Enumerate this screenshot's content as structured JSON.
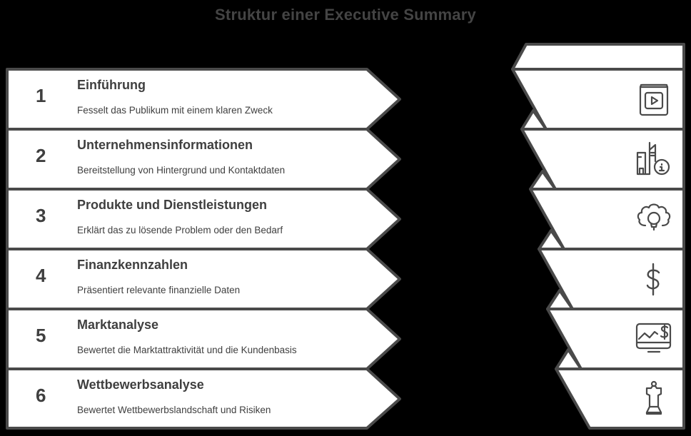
{
  "title": "Struktur einer Executive Summary",
  "colors": {
    "stroke": "#4a4a4a",
    "fill": "#ffffff",
    "background": "#000000",
    "text": "#3f3f3f"
  },
  "steps": [
    {
      "number": "1",
      "heading": "Einführung",
      "description": "Fesselt das Publikum mit einem klaren Zweck",
      "icon": "book-play-icon"
    },
    {
      "number": "2",
      "heading": "Unternehmensinformationen",
      "description": "Bereitstellung von Hintergrund und Kontaktdaten",
      "icon": "building-info-icon"
    },
    {
      "number": "3",
      "heading": "Produkte und Dienstleistungen",
      "description": "Erklärt das zu lösende Problem oder den Bedarf",
      "icon": "gear-lightbulb-icon"
    },
    {
      "number": "4",
      "heading": "Finanzkennzahlen",
      "description": "Präsentiert relevante finanzielle Daten",
      "icon": "dollar-icon"
    },
    {
      "number": "5",
      "heading": "Marktanalyse",
      "description": "Bewertet die Marktattraktivität und die Kundenbasis",
      "icon": "monitor-chart-dollar-icon"
    },
    {
      "number": "6",
      "heading": "Wettbewerbsanalyse",
      "description": "Bewertet Wettbewerbslandschaft und Risiken",
      "icon": "chess-rook-icon"
    }
  ]
}
